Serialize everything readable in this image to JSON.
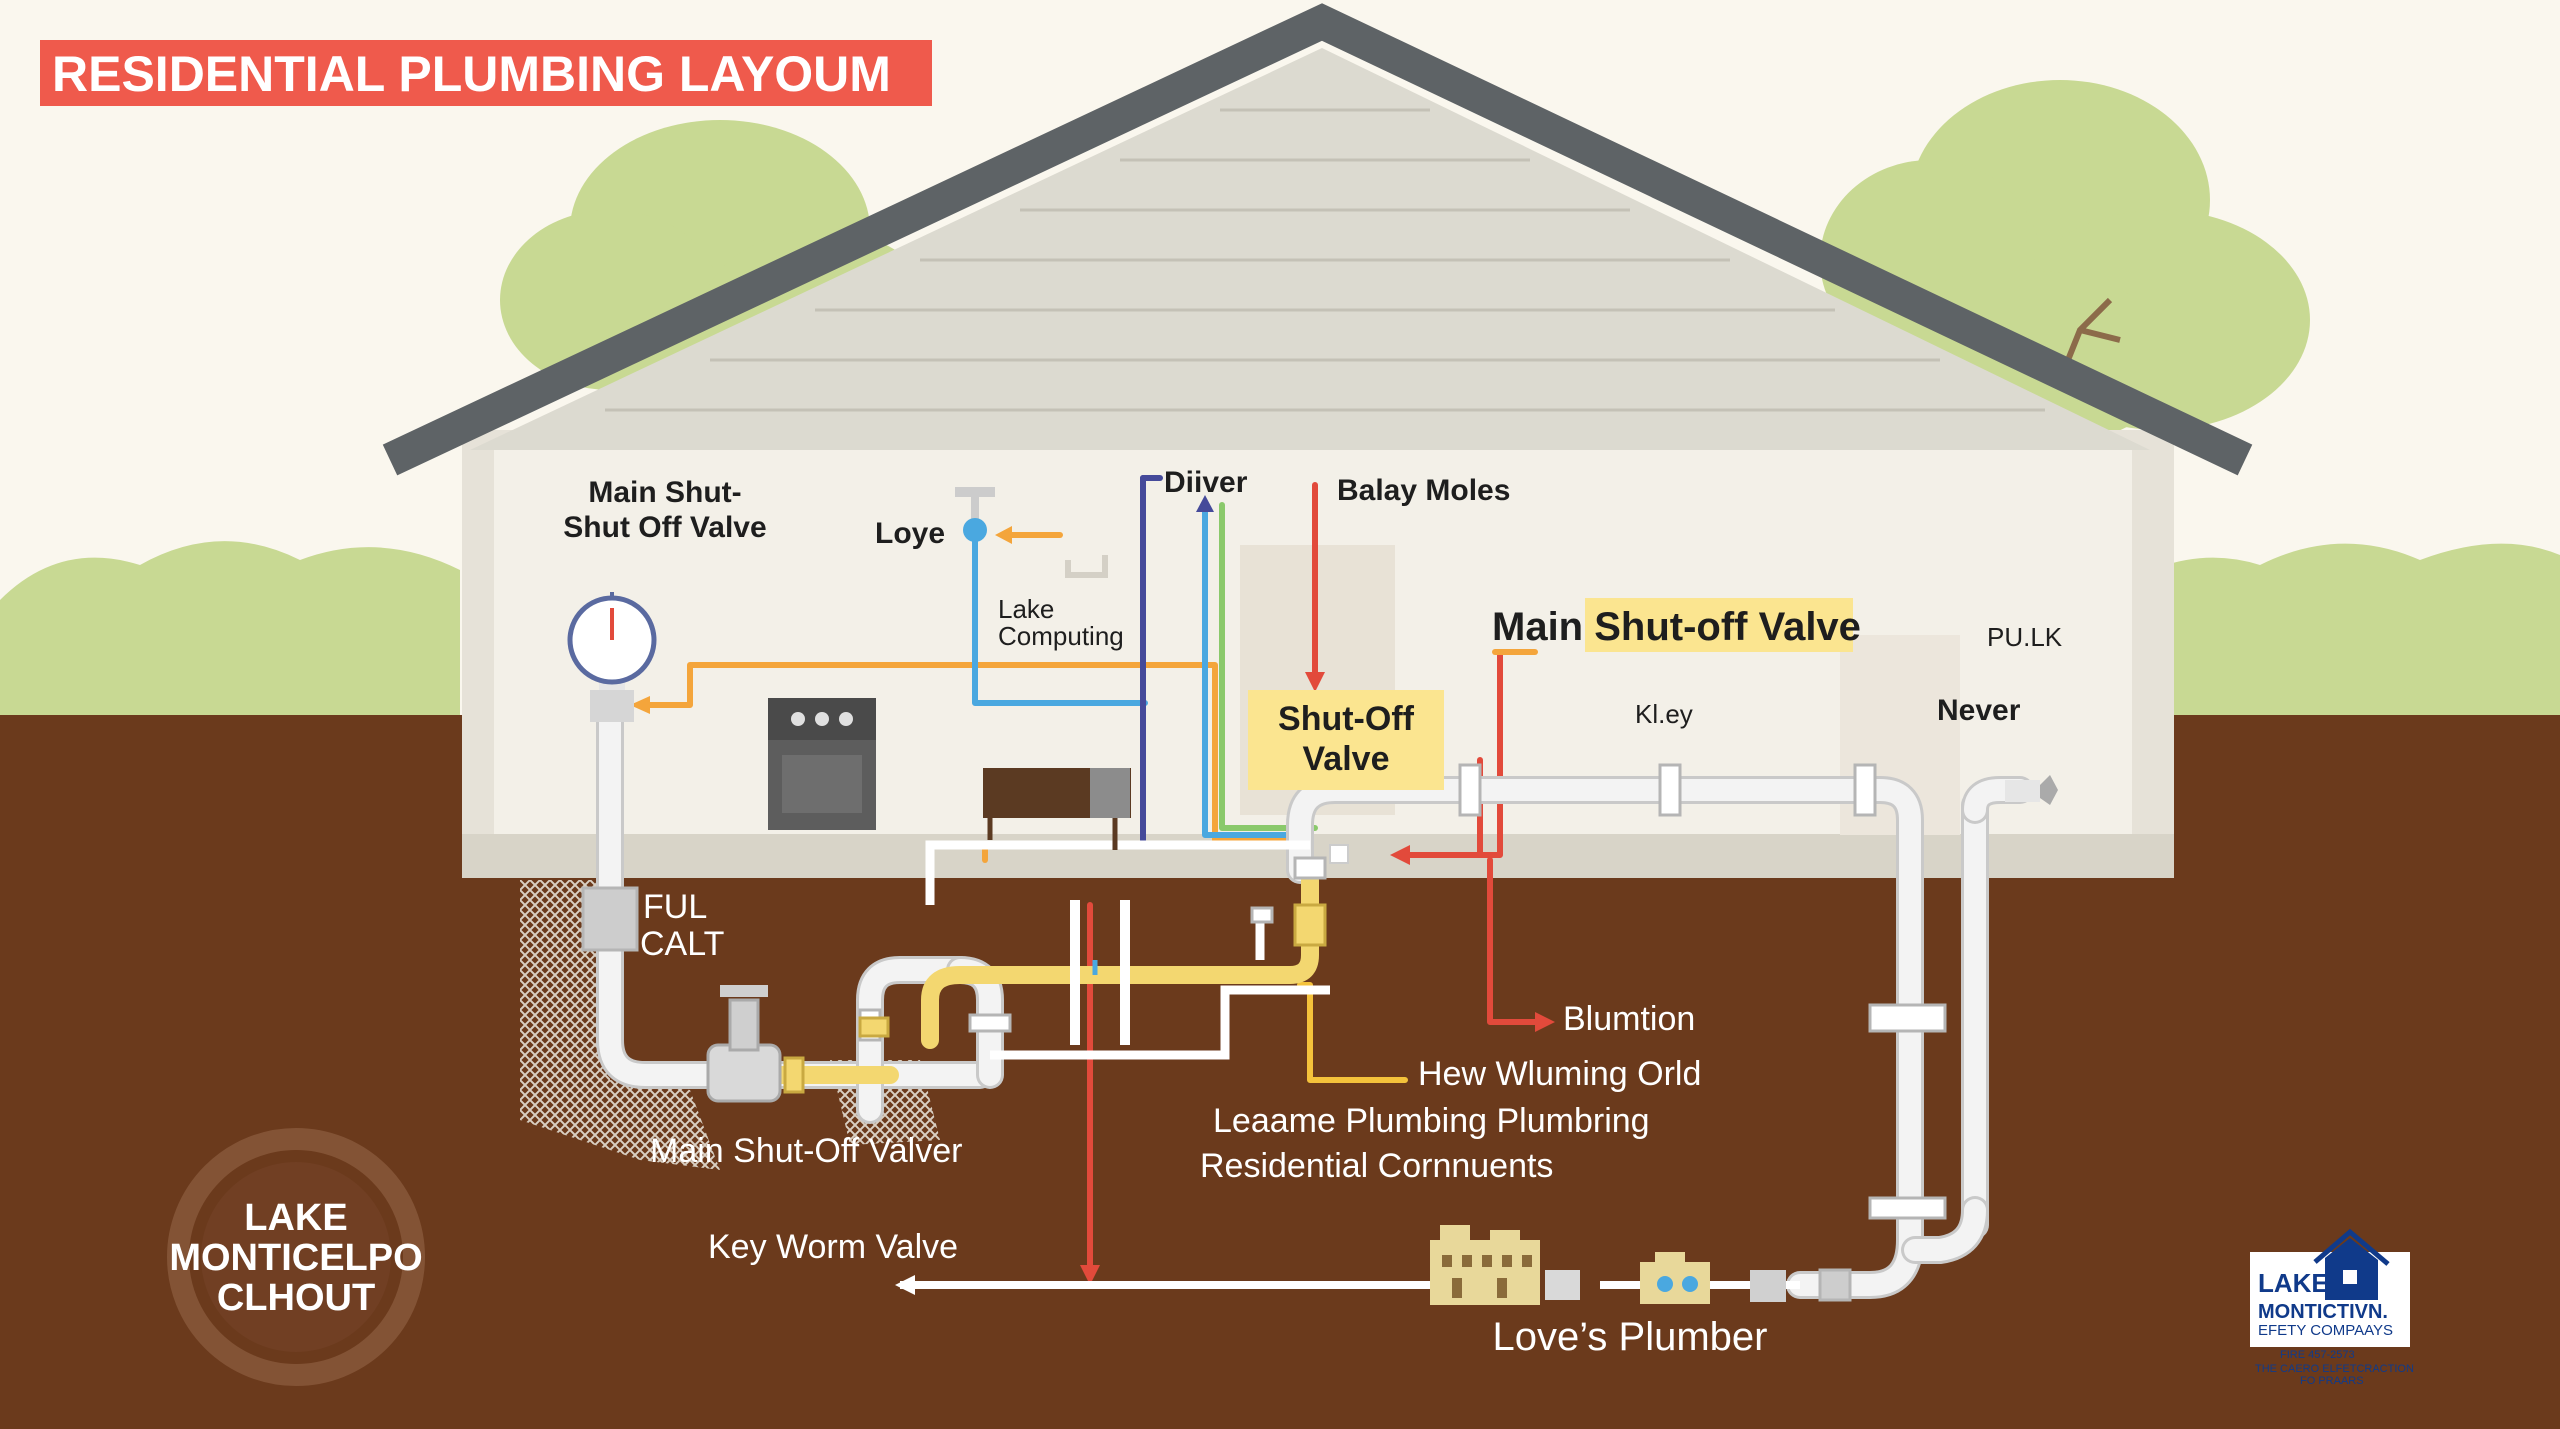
{
  "title": "RESIDENTIAL PLUMBING LAYOUM",
  "labels": {
    "main_shut_1": "Main Shut-",
    "main_shut_2": "Shut Off Valve",
    "loye": "Loye",
    "lake_1": "Lake",
    "lake_2": "Computing",
    "diiver": "Diiver",
    "balay_moles": "Balay Moles",
    "main_shutoff_valve": "Main Shut-off Valve",
    "pulk": "PU.LK",
    "shutoff_1": "Shut-Off",
    "shutoff_2": "Valve",
    "kley": "Kl.ey",
    "never": "Never",
    "ful": "FUL",
    "calt": "CALT",
    "blumtion": "Blumtion",
    "hew_wluming": "Hew Wluming Orld",
    "leaame": "Leaame Plumbing Plumbring",
    "residential_cornnuents": "Residential Cornnuents",
    "main_shutoff_valver": "Main Shut-Off Valver",
    "key_worm_valve": "Key Worm Valve",
    "loves_plumber": "Love’s Plumber"
  },
  "badge": {
    "line1": "LAKE",
    "line2": "MONTICELPO",
    "line3": "CLHOUT"
  },
  "logo": {
    "line1": "LAKE",
    "line2": "MONTICTIVN.",
    "line3": "EFETY COMPAAYS",
    "line4": "FIRE 457-2573",
    "line5": "THE CAERO ELFETCRACTION",
    "line6": "FO PRAARS"
  },
  "colors": {
    "title_bg": "#ef5a4c",
    "soil": "#6b3a1c",
    "roof": "#5e6366",
    "siding": "#dcdad0",
    "wall": "#f1eee6",
    "trees": "#c8d993",
    "red_line": "#e24a3b",
    "orange_line": "#f4a53b",
    "blue_line": "#4aa8e0",
    "navy_line": "#454a9a",
    "green_line": "#8ac96b",
    "yellow_pipe": "#f3d770",
    "callout_bg": "#fbe590"
  },
  "icons": [
    "pressure-gauge-icon",
    "stove-icon",
    "cabinet-icon",
    "gate-valve-icon",
    "hose-bib-icon",
    "shutoff-valve-icon",
    "townhouse-icon",
    "house-logo-icon"
  ]
}
